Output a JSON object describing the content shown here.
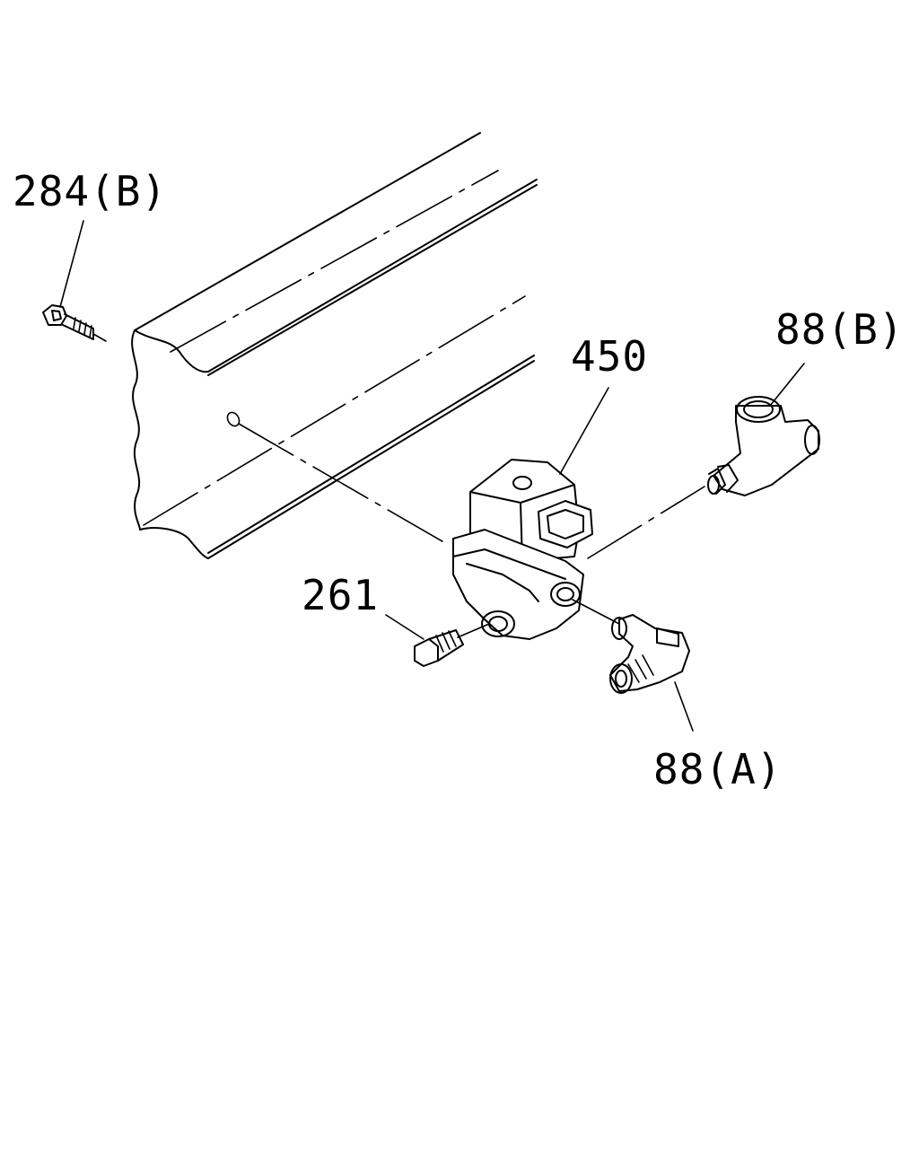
{
  "callouts": {
    "bolt": "284(B)",
    "valve": "450",
    "tee_fitting": "88(B)",
    "plug": "261",
    "elbow_fitting": "88(A)"
  }
}
